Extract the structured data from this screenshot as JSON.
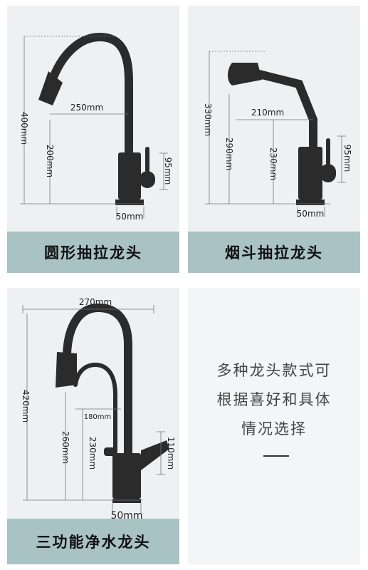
{
  "panels": [
    {
      "caption": "圆形抽拉龙头",
      "dims": {
        "height": "400mm",
        "reach": "250mm",
        "spout_clearance": "200mm",
        "handle_height": "95mm",
        "base": "50mm"
      }
    },
    {
      "caption": "烟斗抽拉龙头",
      "dims": {
        "height": "330mm",
        "reach": "210mm",
        "spout_height": "290mm",
        "spout_clearance": "230mm",
        "handle_height": "95mm",
        "base": "50mm"
      }
    },
    {
      "caption": "三功能净水龙头",
      "dims": {
        "reach": "270mm",
        "height": "420mm",
        "filter_reach": "180mm",
        "spout_clearance": "260mm",
        "filter_clearance": "230mm",
        "handle_height": "110mm",
        "base": "50mm"
      }
    }
  ],
  "info": {
    "lines": [
      "多种龙头款式可",
      "根据喜好和具体",
      "情况选择"
    ]
  },
  "colors": {
    "caption_bg": "#a9c3c5",
    "panel_bg": "#eef0f1",
    "faucet": "#2b2b2b"
  }
}
